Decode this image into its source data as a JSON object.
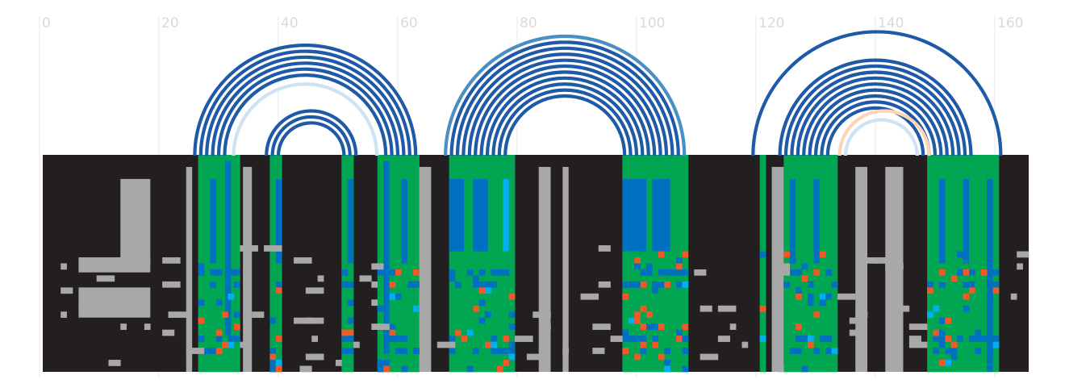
{
  "chart_data": {
    "type": "heatmap",
    "title": "",
    "xlabel": "",
    "ylabel": "",
    "xlim": [
      0,
      165
    ],
    "x_ticks": [
      0,
      20,
      40,
      60,
      80,
      100,
      120,
      140,
      160
    ],
    "x_tick_labels": [
      "0",
      "20",
      "40",
      "60",
      "80",
      "100",
      "120",
      "140",
      "160"
    ],
    "grid": true,
    "legend": "none",
    "colors": {
      "background": "#231f20",
      "gap": "#a8a8a8",
      "paired": "#00a651",
      "blue": "#0070c0",
      "orange": "#f15a24",
      "cyan": "#00b0f0",
      "arc_dark": "#1f5aa6",
      "arc_light": "#cfe2f3",
      "arc_mid": "#4a8fc2",
      "arc_peach": "#fcd5b4"
    },
    "alignment_rows": 36,
    "paired_columns": [
      [
        26,
        33
      ],
      [
        38,
        40
      ],
      [
        50,
        52
      ],
      [
        56,
        63
      ],
      [
        68,
        79
      ],
      [
        97,
        108
      ],
      [
        120,
        121
      ],
      [
        124,
        133
      ],
      [
        148,
        160
      ]
    ],
    "gap_columns": [
      [
        13,
        18,
        "upper-block"
      ],
      [
        24,
        25
      ],
      [
        33.5,
        35
      ],
      [
        63,
        65
      ],
      [
        83,
        85
      ],
      [
        87,
        88
      ],
      [
        122,
        124
      ],
      [
        136,
        138
      ],
      [
        141,
        144
      ]
    ],
    "arcs": [
      {
        "group": 1,
        "left_start": 26,
        "right_end": 63,
        "count": 6,
        "color": "arc_dark"
      },
      {
        "group": 1,
        "left": 32.5,
        "right": 56.5,
        "count": 1,
        "color": "arc_light"
      },
      {
        "group": 1,
        "left_start": 38,
        "right_end": 53,
        "count": 3,
        "color": "arc_dark"
      },
      {
        "group": 2,
        "left_start": 68,
        "right_end": 108,
        "count": 1,
        "color": "arc_mid"
      },
      {
        "group": 2,
        "left_start": 69,
        "right_end": 107,
        "count": 10,
        "color": "arc_dark"
      },
      {
        "group": 3,
        "left_start": 119.5,
        "right_end": 161,
        "count": 1,
        "color": "arc_dark"
      },
      {
        "group": 3,
        "left_start": 124,
        "right_end": 156,
        "count": 9,
        "color": "arc_dark"
      },
      {
        "group": 3,
        "left": 134,
        "right": 149,
        "count": 1,
        "color": "arc_peach"
      },
      {
        "group": 3,
        "left": 135,
        "right": 147,
        "count": 1,
        "color": "arc_light"
      }
    ]
  }
}
